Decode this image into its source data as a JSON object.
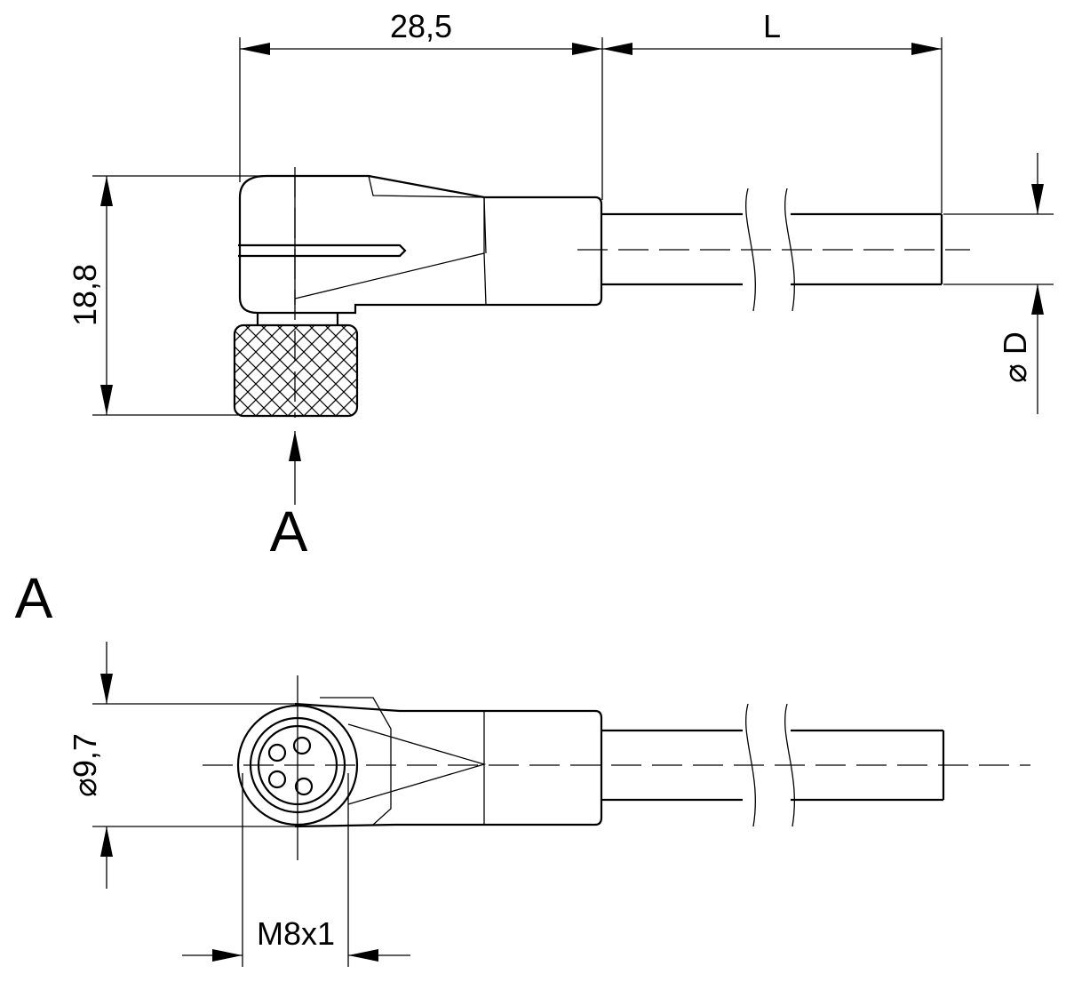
{
  "dimensions": {
    "top_length": "28,5",
    "cable_length": "L",
    "height": "18,8",
    "cable_diameter": "D",
    "front_diameter": "9,7",
    "thread": "M8x1"
  },
  "view_labels": {
    "arrow_label": "A",
    "section_label": "A"
  },
  "symbols": {
    "diameter": "⌀"
  }
}
